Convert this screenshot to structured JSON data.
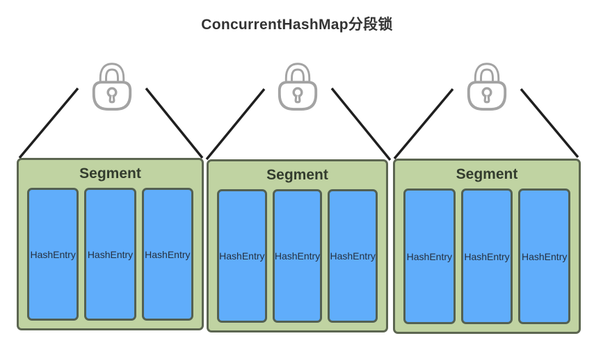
{
  "title": "ConcurrentHashMap分段锁",
  "segments": [
    {
      "label": "Segment",
      "entries": [
        "HashEntry",
        "HashEntry",
        "HashEntry"
      ]
    },
    {
      "label": "Segment",
      "entries": [
        "HashEntry",
        "HashEntry",
        "HashEntry"
      ]
    },
    {
      "label": "Segment",
      "entries": [
        "HashEntry",
        "HashEntry",
        "HashEntry"
      ]
    }
  ],
  "icons": {
    "lock": "lock-icon"
  },
  "colors": {
    "title_text": "#333333",
    "segment_fill": "#c0d3a2",
    "segment_border": "#5c6651",
    "segment_text": "#333c2e",
    "entry_fill": "#60adfb",
    "entry_border": "#536052",
    "entry_text": "#25303f",
    "connector_line": "#1f1f1f",
    "lock_stroke": "#a3a3a3",
    "background": "#ffffff"
  }
}
